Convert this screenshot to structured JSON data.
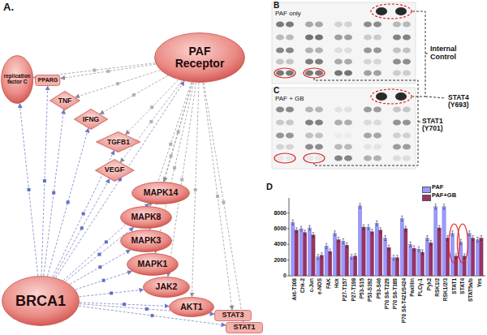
{
  "diagram": {
    "nodes": [
      {
        "text": [
          "PAF Receptor"
        ]
      },
      {
        "text": [
          "replication factor C"
        ]
      },
      {
        "text": [
          "PPARG"
        ]
      },
      {
        "text": [
          "TNF"
        ]
      },
      {
        "text": [
          "IFNG"
        ]
      },
      {
        "text": [
          "TGFB1"
        ]
      },
      {
        "text": [
          "VEGF"
        ]
      },
      {
        "text": [
          "MAPK14"
        ]
      },
      {
        "text": [
          "MAPK8"
        ]
      },
      {
        "text": [
          "MAPK3"
        ]
      },
      {
        "text": [
          "MAPK1"
        ]
      },
      {
        "text": [
          "JAK2"
        ]
      },
      {
        "text": [
          "AKT1"
        ]
      },
      {
        "text": [
          "BRCA1"
        ]
      },
      {
        "text": [
          "STAT3"
        ]
      },
      {
        "text": [
          "STAT1"
        ]
      }
    ],
    "edges": [
      {
        "from": 0,
        "to": 1,
        "arrow": "to"
      },
      {
        "from": 0,
        "to": 2,
        "arrow": "to"
      },
      {
        "from": 0,
        "to": 3,
        "arrow": "to"
      },
      {
        "from": 0,
        "to": 4,
        "arrow": "to"
      },
      {
        "from": 0,
        "to": 5,
        "arrow": "to"
      },
      {
        "from": 0,
        "to": 6,
        "arrow": "to"
      },
      {
        "from": 0,
        "to": 7,
        "arrow": "to"
      },
      {
        "from": 0,
        "to": 8,
        "arrow": "to"
      },
      {
        "from": 0,
        "to": 9,
        "arrow": "to"
      },
      {
        "from": 0,
        "to": 10,
        "arrow": "to"
      },
      {
        "from": 0,
        "to": 11,
        "arrow": "to"
      },
      {
        "from": 0,
        "to": 12,
        "arrow": "to"
      },
      {
        "from": 0,
        "to": 14,
        "arrow": "to"
      },
      {
        "from": 0,
        "to": 15,
        "arrow": "to"
      },
      {
        "from": 13,
        "to": 1,
        "arrow": "to"
      },
      {
        "from": 13,
        "to": 2,
        "arrow": "to"
      },
      {
        "from": 13,
        "to": 3,
        "arrow": "to"
      },
      {
        "from": 13,
        "to": 4,
        "arrow": "to"
      },
      {
        "from": 13,
        "to": 5,
        "arrow": "to"
      },
      {
        "from": 13,
        "to": 6,
        "arrow": "to"
      },
      {
        "from": 13,
        "to": 7,
        "arrow": "to"
      },
      {
        "from": 13,
        "to": 8,
        "arrow": "to"
      },
      {
        "from": 13,
        "to": 9,
        "arrow": "to"
      },
      {
        "from": 13,
        "to": 10,
        "arrow": "to"
      },
      {
        "from": 13,
        "to": 11,
        "arrow": "to"
      },
      {
        "from": 13,
        "to": 12,
        "arrow": "to"
      },
      {
        "from": 13,
        "to": 14,
        "arrow": "to"
      },
      {
        "from": 13,
        "to": 15,
        "arrow": "to"
      },
      {
        "from": 13,
        "to": 0,
        "arrow": "to"
      }
    ],
    "labels": [
      "A.",
      "B",
      "PAF only",
      "Internal Control",
      "C",
      "PAF + GB",
      "STAT4 (Y693)",
      "STAT1 (Y701)",
      "D",
      "0",
      "2000",
      "4000",
      "6000",
      "8000",
      "Akt-T308",
      "Chk-2",
      "c-Jun",
      "e-NOS",
      "FAK",
      "Hck",
      "P27-T157",
      "P27-T198",
      "P53-S15",
      "P53-S392",
      "P53-S46",
      "P70 S6-T229",
      "P70 S6-T389",
      "P70 S6-T421/S424",
      "Paxillin",
      "PLCγ-1",
      "Pyk2",
      "RSK1/2",
      "RSK1/2/3",
      "STAT1",
      "STAT4",
      "STAT5a/b",
      "Yes"
    ],
    "legend": [
      {
        "text": "PAF",
        "color": "#9999ff"
      },
      {
        "text": "PAF+GB",
        "color": "#993366"
      }
    ]
  }
}
